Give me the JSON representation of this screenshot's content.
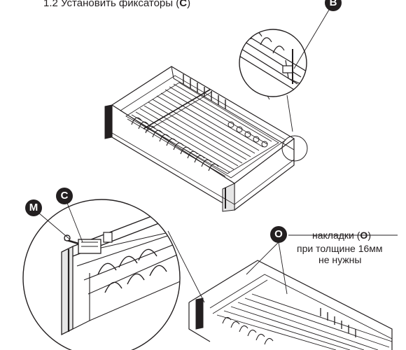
{
  "step": {
    "number": "1.2",
    "text": "Установить фиксаторы (",
    "highlight": "C",
    "close": ")"
  },
  "callouts": {
    "B": "B",
    "M": "M",
    "C": "C",
    "O": "O"
  },
  "note": {
    "line1_prefix": "накладки (",
    "line1_highlight": "O",
    "line1_suffix": ")",
    "line2": "при толщине 16мм",
    "line3": "не нужны"
  },
  "colors": {
    "ink": "#231f20",
    "paper": "#ffffff"
  }
}
